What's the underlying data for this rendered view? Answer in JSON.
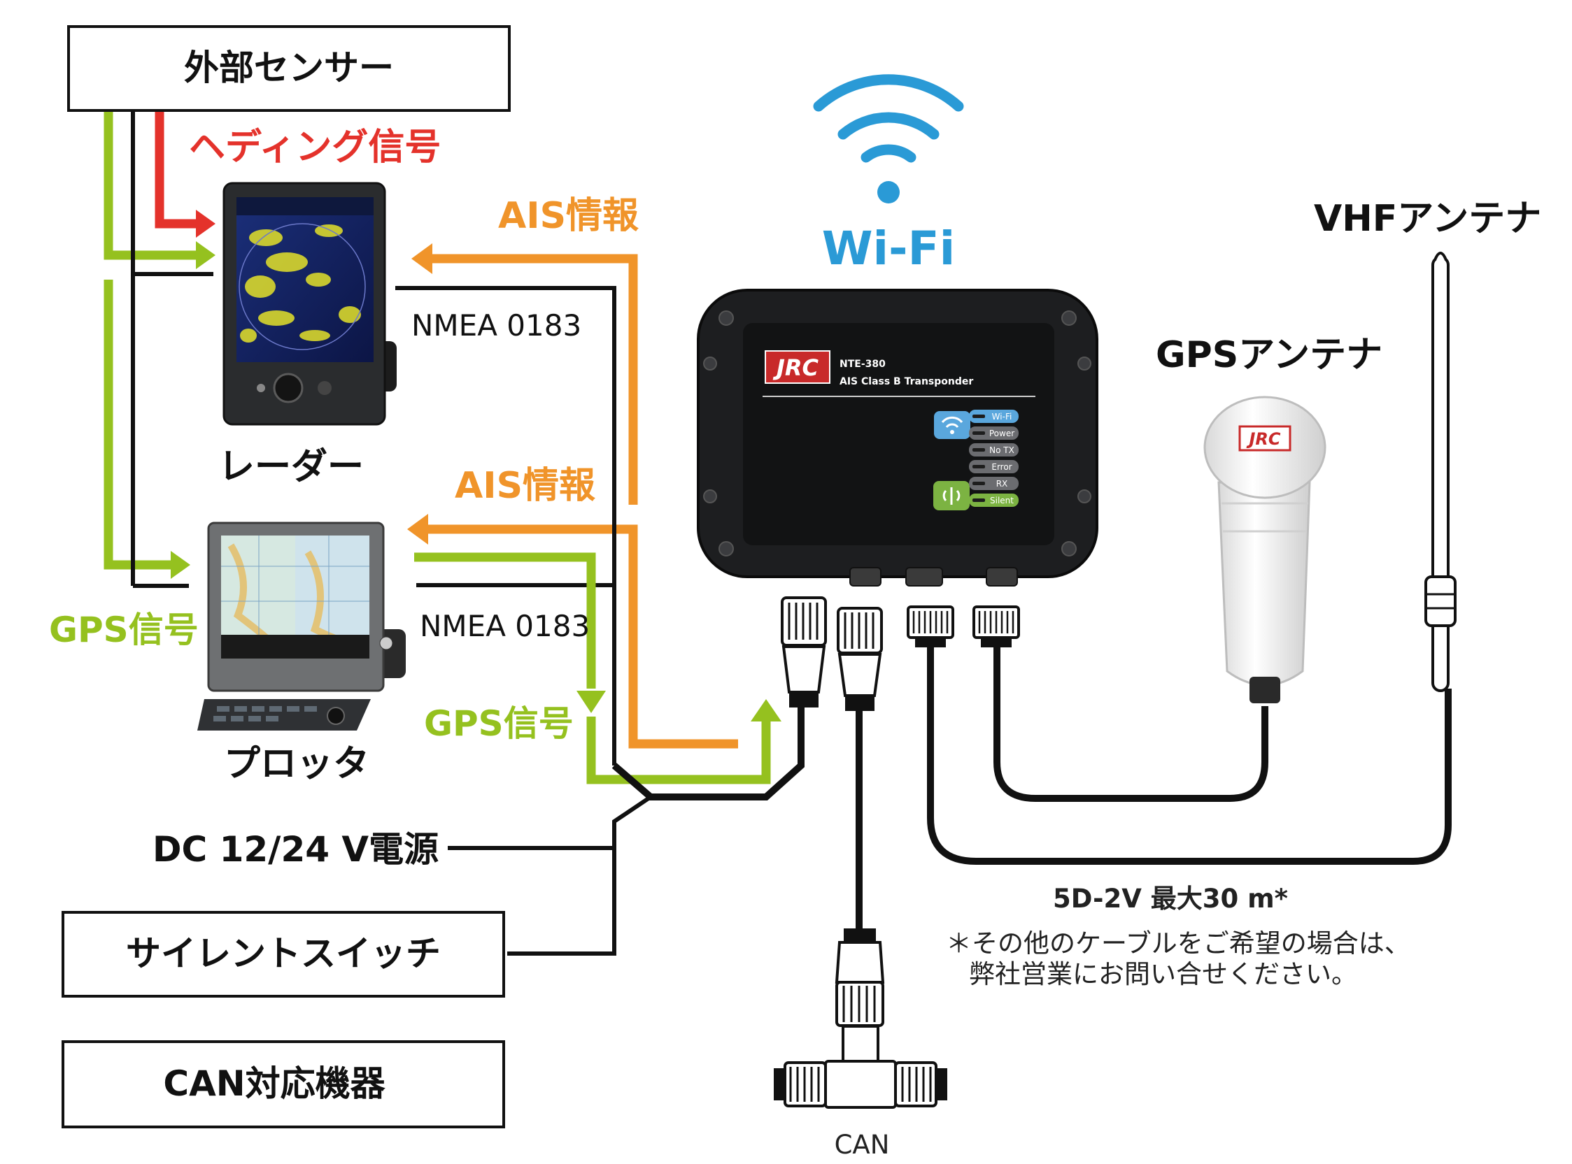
{
  "boxes": {
    "external_sensor": "外部センサー",
    "silent_switch": "サイレントスイッチ",
    "can_device": "CAN対応機器"
  },
  "signals": {
    "heading": "ヘディング信号",
    "ais_info_top": "AIS情報",
    "ais_info_mid": "AIS情報",
    "nmea_top": "NMEA 0183",
    "nmea_mid": "NMEA 0183",
    "gps_left": "GPS信号",
    "gps_mid": "GPS信号"
  },
  "devices": {
    "radar": "レーダー",
    "plotter": "プロッタ",
    "vhf_antenna": "VHFアンテナ",
    "gps_antenna": "GPSアンテナ",
    "gps_antenna_logo": "JRC"
  },
  "transponder": {
    "logo": "JRC",
    "model": "NTE-380",
    "subtitle": "AIS Class B Transponder",
    "leds": [
      "Wi-Fi",
      "Power",
      "No TX",
      "Error",
      "RX",
      "Silent"
    ]
  },
  "wifi_label": "Wi-Fi",
  "power_label": "DC 12/24 V電源",
  "cable_label": "5D-2V  最大30 m*",
  "note_line1": "＊その他のケーブルをご希望の場合は、",
  "note_line2": "弊社営業にお問い合せください。",
  "can_label": "CAN",
  "colors": {
    "red": "#e4322b",
    "orange": "#f0942a",
    "green": "#95c11f",
    "blue": "#2a9ad6",
    "black": "#111111"
  }
}
